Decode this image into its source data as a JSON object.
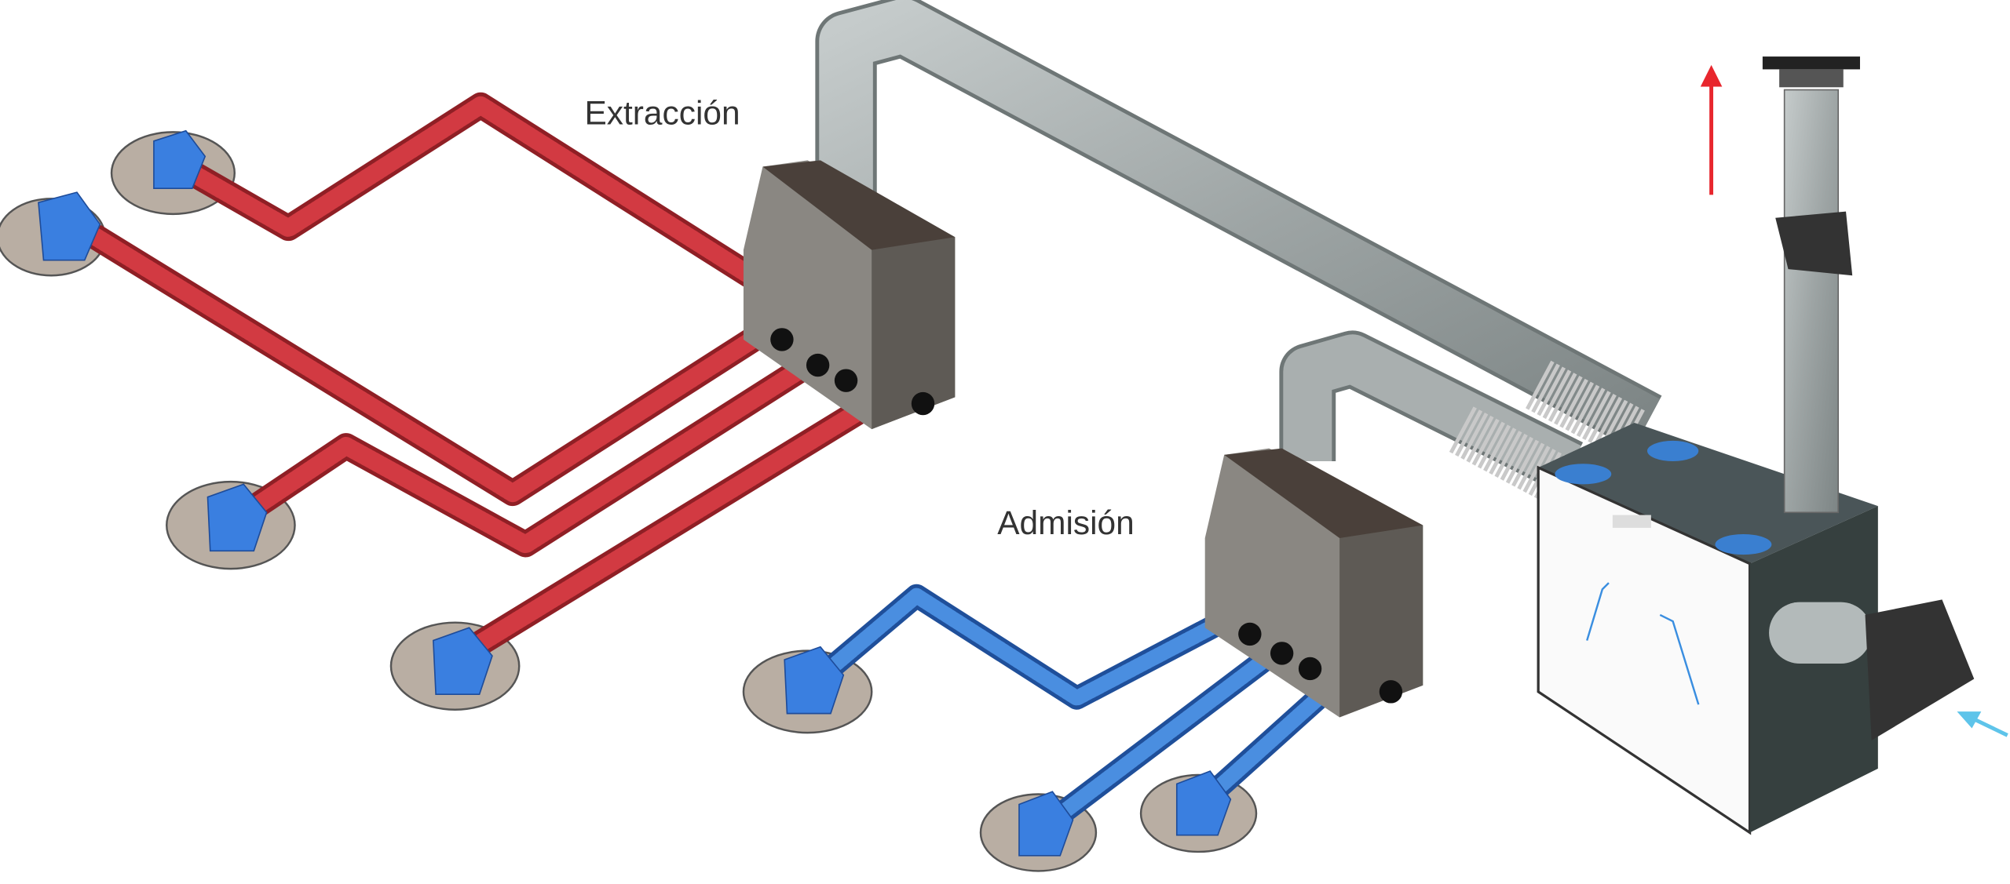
{
  "labels": {
    "extraction": "Extracción",
    "admission": "Admisión"
  },
  "colors": {
    "extraction_hose": "#c8323a",
    "admission_hose": "#3a7fd0",
    "pipe": "#a3a9a9",
    "unit_dark": "#3d484b",
    "exhaust_arrow": "#e8262d",
    "intake_arrow": "#5ec4ea"
  },
  "icons": {
    "exhaust_arrow": "arrow-up",
    "intake_arrow": "arrow-left"
  }
}
